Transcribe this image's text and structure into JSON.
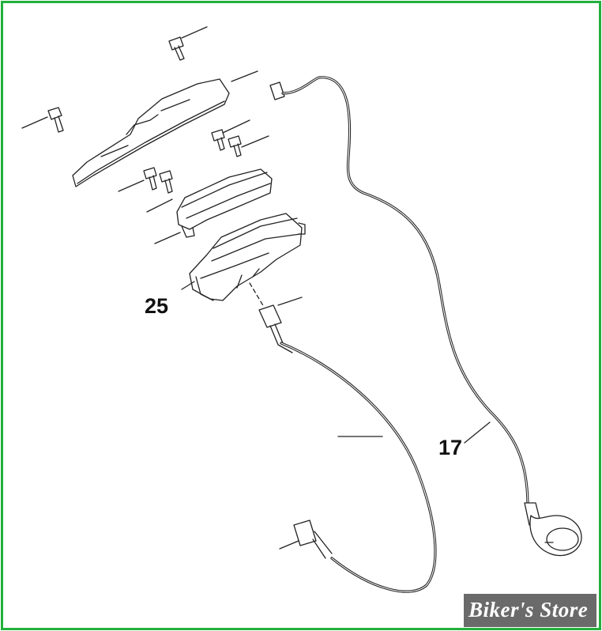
{
  "callouts": {
    "part_25": "25",
    "part_17": "17"
  },
  "watermark": {
    "text": "Biker's Store"
  },
  "colors": {
    "frame": "#22b03c",
    "line_art": "#222222",
    "watermark_bg": "#6a6a6a",
    "watermark_text": "#ffffff"
  }
}
